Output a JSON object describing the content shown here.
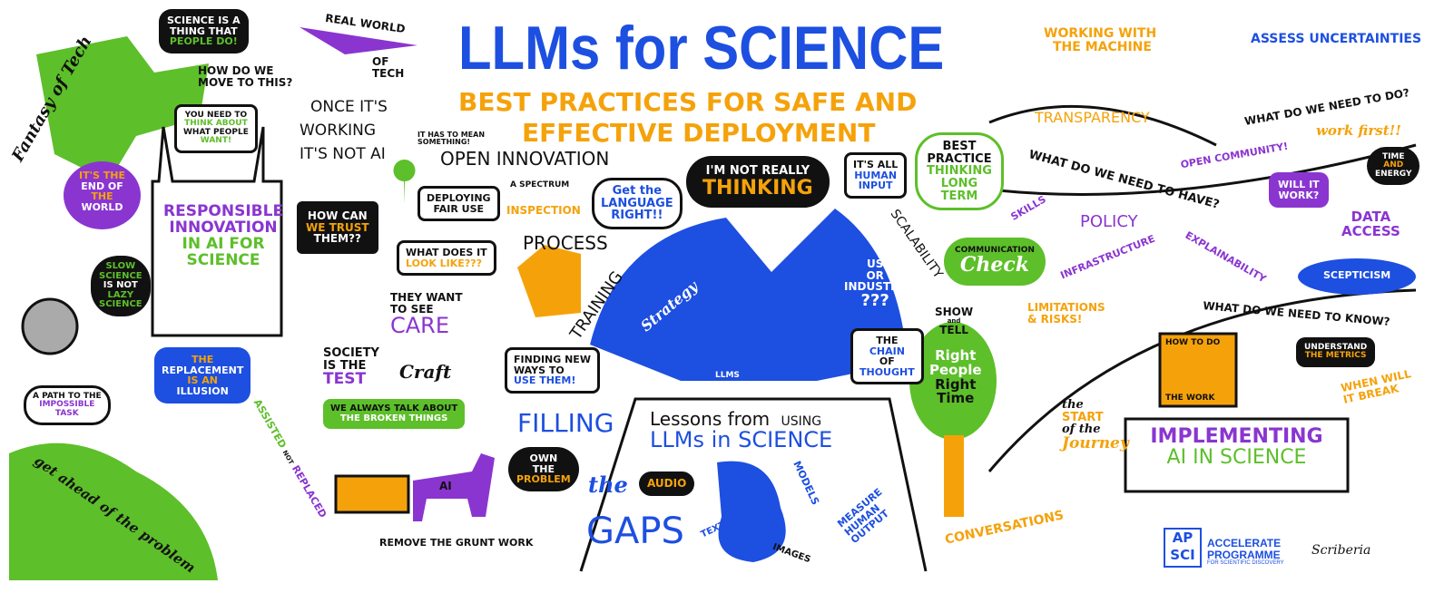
{
  "title": {
    "main": "LLMs for SCIENCE",
    "sub1": "BEST PRACTICES FOR SAFE AND",
    "sub2": "EFFECTIVE DEPLOYMENT"
  },
  "left": {
    "science_people": [
      "SCIENCE IS A",
      "THING THAT",
      "PEOPLE DO!"
    ],
    "move": [
      "HOW DO WE",
      "MOVE TO THIS?"
    ],
    "real_world": "REAL WORLD",
    "of_tech": [
      "of",
      "TECH"
    ],
    "fantasy": "Fantasy of Tech",
    "once": [
      "ONCE IT'S",
      "WORKING",
      "IT'S NOT AI"
    ],
    "think_people": [
      "YOU NEED TO",
      "THINK ABOUT",
      "WHAT PEOPLE",
      "WANT!"
    ],
    "end_world": [
      "IT'S THE",
      "END OF",
      "THE",
      "WORLD"
    ],
    "responsible": [
      "RESPONSIBLE",
      "INNOVATION",
      "IN AI FOR",
      "SCIENCE"
    ],
    "slow_science": [
      "SLOW",
      "SCIENCE",
      "IS NOT",
      "LAZY",
      "SCIENCE"
    ],
    "trust": [
      "HOW CAN",
      "WE TRUST",
      "THEM??"
    ],
    "replacement": [
      "THE",
      "REPLACEMENT",
      "IS AN",
      "ILLUSION"
    ],
    "path": [
      "A PATH TO THE",
      "IMPOSSIBLE",
      "TASK"
    ],
    "assisted": [
      "ASSISTED",
      "NOT",
      "REPLACED"
    ],
    "get_ahead": "get ahead of the problem",
    "society": [
      "SOCIETY",
      "IS THE",
      "TEST"
    ],
    "craft": "Craft",
    "broken": [
      "WE ALWAYS TALK ABOUT",
      "THE BROKEN THINGS"
    ],
    "horse": "AI",
    "grunt": "REMOVE THE GRUNT WORK",
    "care": [
      "THEY WANT",
      "TO SEE",
      "CARE"
    ]
  },
  "center": {
    "mean": [
      "IT HAS TO MEAN",
      "SOMETHING!"
    ],
    "open_innovation": "OPEN INNOVATION",
    "fair_use": [
      "DEPLOYING",
      "FAIR USE"
    ],
    "spectrum": "A SPECTRUM",
    "inspection": "INSPECTION",
    "look_like": [
      "WHAT DOES IT",
      "LOOK LIKE???"
    ],
    "process": "PROCESS",
    "language": [
      "Get the",
      "LANGUAGE",
      "RIGHT!!"
    ],
    "not_thinking": [
      "I'M NOT REALLY",
      "THINKING"
    ],
    "human_input": [
      "IT'S ALL",
      "HUMAN",
      "INPUT"
    ],
    "training": "TRAINING",
    "strategy": "Strategy",
    "llms_badge": "LLMs",
    "us_industry": [
      "US",
      "OR",
      "INDUSTRY",
      "???"
    ],
    "scalability": "SCALABILITY",
    "chain": [
      "THE",
      "CHAIN",
      "OF",
      "THOUGHT"
    ],
    "finding": [
      "FINDING NEW",
      "WAYS TO",
      "USE THEM!"
    ],
    "filling": "FILLING",
    "the": "the",
    "gaps": "GAPS",
    "own_problem": [
      "OWN",
      "THE",
      "PROBLEM"
    ],
    "audio": "AUDIO",
    "lessons": [
      "Lessons from",
      "USING",
      "LLMs in SCIENCE"
    ],
    "models": "MODELS",
    "text": "TEXT",
    "images": "IMAGES",
    "measure": [
      "MEASURE",
      "HUMAN",
      "OUTPUT"
    ],
    "best_practice": [
      "BEST",
      "PRACTICE",
      "THINKING",
      "LONG",
      "TERM"
    ],
    "communication": [
      "COMMUNICATION",
      "Check"
    ],
    "show_tell": [
      "SHOW",
      "and",
      "TELL"
    ],
    "right_people": [
      "Right",
      "People",
      "Right",
      "Time"
    ]
  },
  "right": {
    "working_machine": [
      "WORKING WITH",
      "THE MACHINE"
    ],
    "uncertainties": "ASSESS UNCERTAINTIES",
    "transparency": "TRANSPARENCY",
    "need_do": "WHAT DO WE NEED TO DO?",
    "work_first": "work first!!",
    "need_have": "WHAT DO WE NEED TO HAVE?",
    "skills": "SKILLS",
    "policy": "POLICY",
    "infrastructure": "INFRASTRUCTURE",
    "open_community": "OPEN COMMUNITY!",
    "will_work": [
      "WILL IT",
      "WORK?"
    ],
    "time_energy": [
      "TIME",
      "AND",
      "ENERGY"
    ],
    "data_access": [
      "DATA",
      "ACCESS"
    ],
    "explainability": "EXPLAINABILITY",
    "scepticism": "SCEPTICISM",
    "limitations": [
      "LIMITATIONS",
      "& RISKS!"
    ],
    "need_know": "WHAT DO WE NEED TO KNOW?",
    "how_work": [
      "HOW TO DO",
      "THE WORK"
    ],
    "metrics": [
      "UNDERSTAND",
      "THE METRICS"
    ],
    "break": [
      "When WILL",
      "IT BREAK"
    ],
    "journey": [
      "the",
      "START",
      "of the",
      "Journey"
    ],
    "implementing": [
      "IMPLEMENTING",
      "AI IN SCIENCE"
    ],
    "conversations": "CONVERSATIONS"
  },
  "footer": {
    "logo_top": "AP",
    "logo_bottom": "SCI",
    "org1": "ACCELERATE",
    "org2": "PROGRAMME",
    "org3": "FOR SCIENTIFIC DISCOVERY",
    "signature": "Scriberia"
  },
  "colors": {
    "blue": "#1d4fe0",
    "green": "#5dbf2a",
    "purple": "#8a35d0",
    "orange": "#f5a20a",
    "black": "#111111"
  }
}
